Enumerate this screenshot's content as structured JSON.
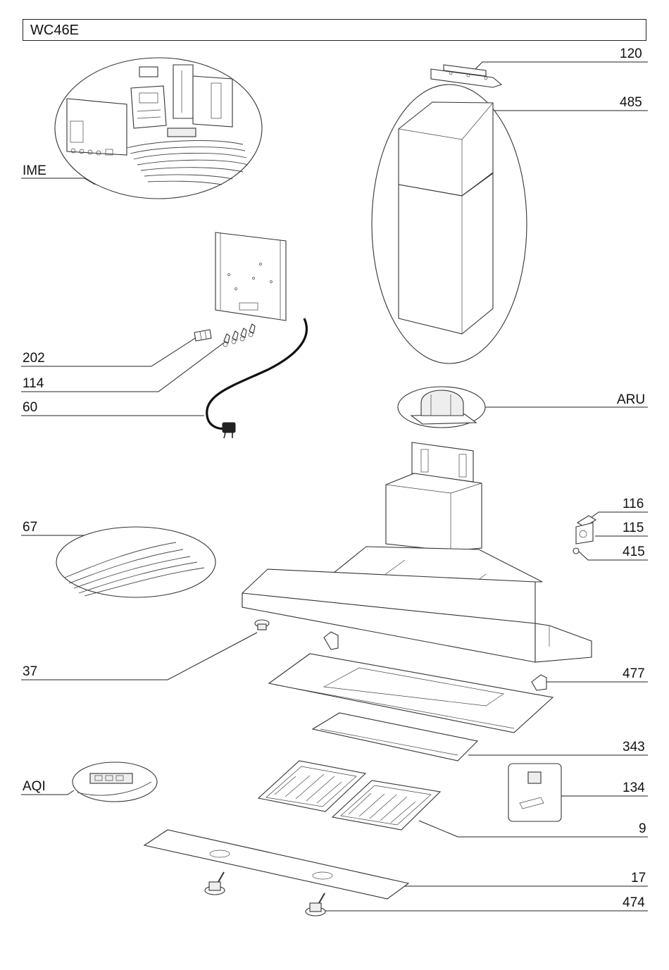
{
  "title": "WC46E",
  "labels": {
    "p120": "120",
    "p485": "485",
    "pIME": "IME",
    "p202": "202",
    "p114": "114",
    "p60": "60",
    "pARU": "ARU",
    "p116": "116",
    "p115": "115",
    "p415": "415",
    "p67": "67",
    "p37": "37",
    "p477": "477",
    "p343": "343",
    "pAQI": "AQI",
    "p134": "134",
    "p9": "9",
    "p17": "17",
    "p474": "474"
  }
}
